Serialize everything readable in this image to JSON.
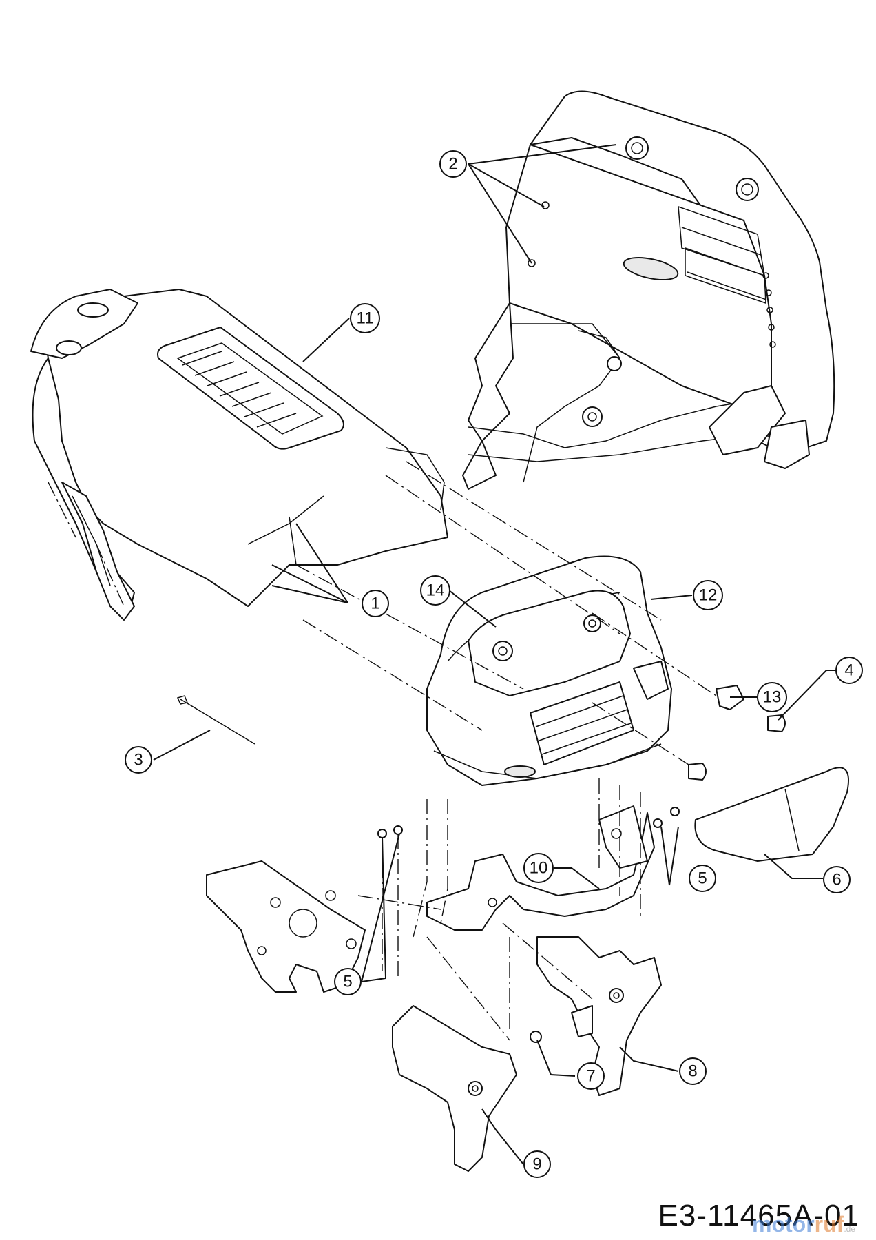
{
  "drawing_number": "E3-11465A-01",
  "watermark": {
    "text_left": "motor",
    "text_right": "ruf",
    "suffix": ".de"
  },
  "callouts": [
    {
      "label": "1"
    },
    {
      "label": "2"
    },
    {
      "label": "3"
    },
    {
      "label": "4"
    },
    {
      "label": "5"
    },
    {
      "label": "5"
    },
    {
      "label": "6"
    },
    {
      "label": "7"
    },
    {
      "label": "8"
    },
    {
      "label": "9"
    },
    {
      "label": "10"
    },
    {
      "label": "11"
    },
    {
      "label": "12"
    },
    {
      "label": "13"
    },
    {
      "label": "14"
    }
  ]
}
